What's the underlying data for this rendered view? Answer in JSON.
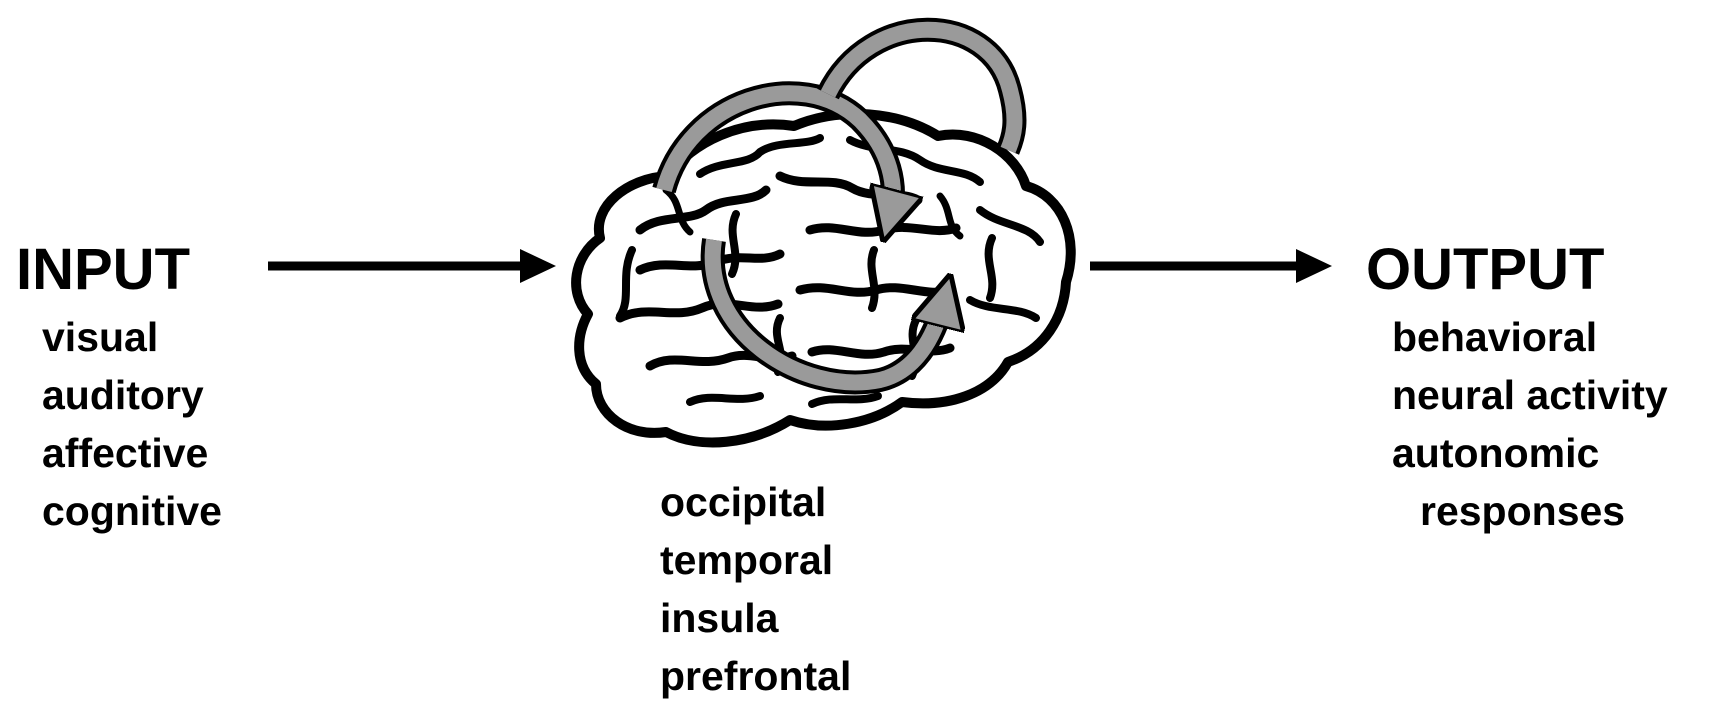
{
  "input": {
    "heading": "INPUT",
    "items": [
      "visual",
      "auditory",
      "affective",
      "cognitive"
    ]
  },
  "brain": {
    "regions": [
      "occipital",
      "temporal",
      "insula",
      "prefrontal"
    ]
  },
  "output": {
    "heading": "OUTPUT",
    "items": [
      "behavioral",
      "neural activity",
      "autonomic",
      "responses"
    ]
  },
  "colors": {
    "text": "#000000",
    "arrow": "#000000",
    "brain_outline": "#000000",
    "loop_arrow_fill": "#9a9a9a",
    "background": "#ffffff"
  }
}
